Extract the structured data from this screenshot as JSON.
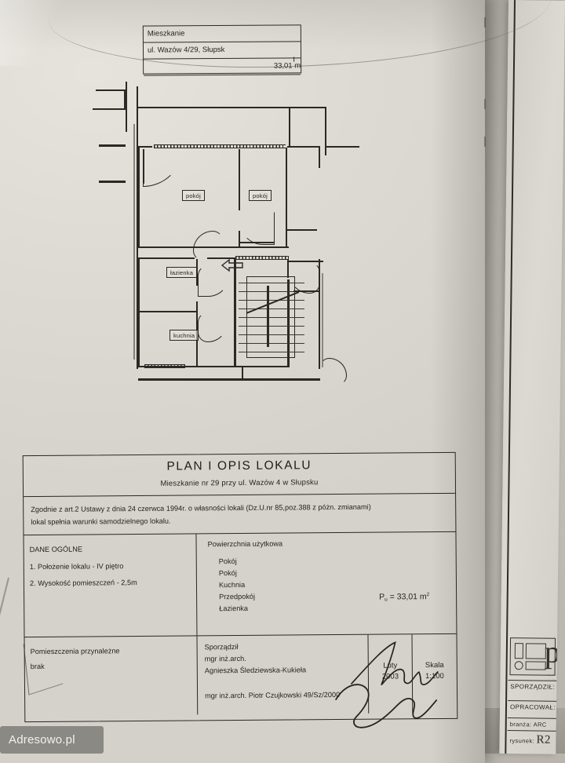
{
  "watermark": {
    "label": "Adresowo.pl"
  },
  "title_block": {
    "line1": "Mieszkanie",
    "line2": "ul. Wazów 4/29, Słupsk",
    "area": "33,01 m"
  },
  "floor_plan": {
    "rooms": [
      {
        "label": "pokój"
      },
      {
        "label": "pokój"
      },
      {
        "label": "łazienka"
      },
      {
        "label": "kuchnia"
      }
    ]
  },
  "document": {
    "heading": "PLAN I OPIS LOKALU",
    "subheading": "Mieszkanie nr  29 przy ul. Wazów 4 w Słupsku",
    "legal_line1": "Zgodnie z art.2 Ustawy z dnia 24 czerwca 1994r. o własności lokali (Dz.U.nr 85,poz.388 z póżn. zmianami)",
    "legal_line2": "lokal spełnia warunki samodzielnego lokalu.",
    "general": {
      "heading": "DANE OGÓLNE",
      "item1": "1. Położenie lokalu - IV piętro",
      "item2": "2. Wysokość pomieszczeń  - 2,5m"
    },
    "usable_area": {
      "heading": "Powierzchnia użytkowa",
      "rooms": [
        "Pokój",
        "Pokój",
        "Kuchnia",
        "Przedpokój",
        "Łazienka"
      ],
      "total_prefix": "P",
      "total_sub": "u",
      "total_value": " = 33,01 m",
      "total_sup": "2"
    },
    "annexes": {
      "heading": "Pomieszczenia przynależne",
      "value": "brak"
    },
    "prepared_by": {
      "heading": "Sporządził",
      "title1": "mgr inż.arch.",
      "name1": "Agnieszka Śledziewska-Kukieła",
      "name2": "mgr inż.arch. Piotr Czujkowski  49/Sz/2000"
    },
    "date": {
      "month": "Luty",
      "year": "2003"
    },
    "scale": {
      "label": "Skala",
      "value": "1:100"
    }
  },
  "side_document": {
    "logo_letter": "p",
    "row1": "SPORZĄDZIŁ:",
    "row2": "OPRACOWAŁ:",
    "row3": "branża: ARC",
    "row4_label": "rysunek:",
    "row4_value": "R2"
  }
}
